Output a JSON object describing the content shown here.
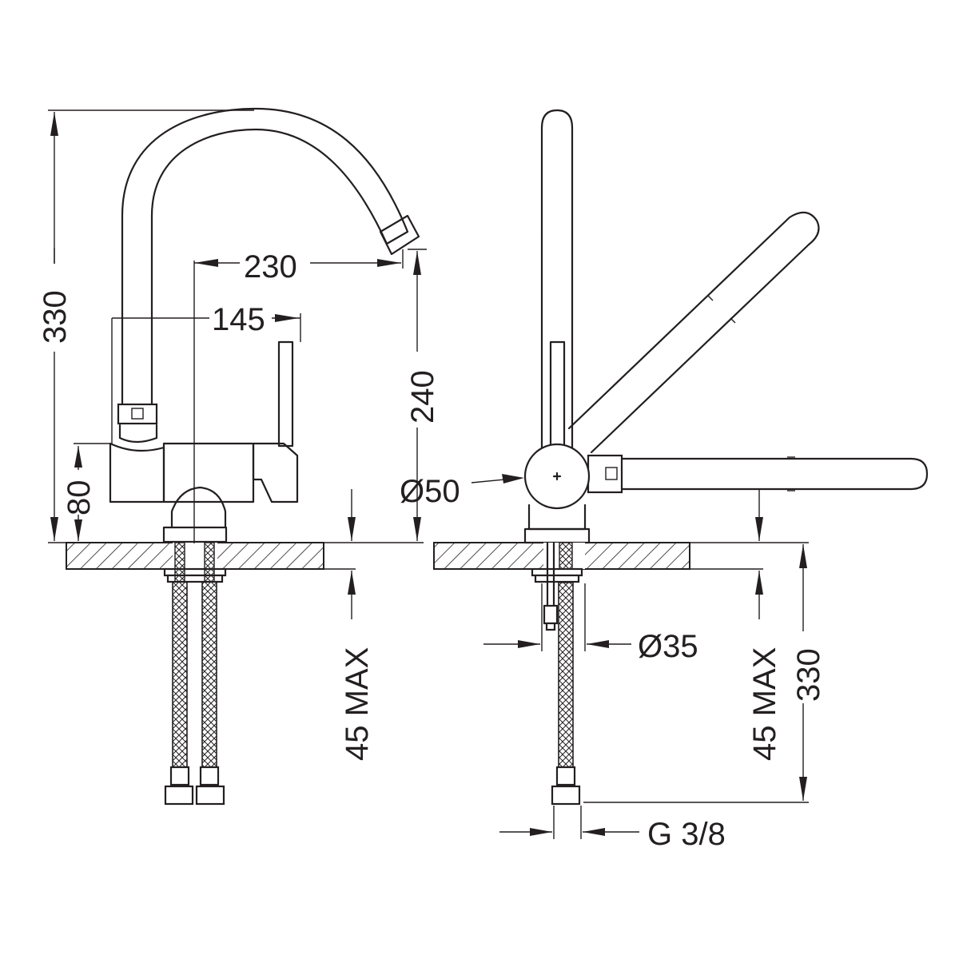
{
  "colors": {
    "line": "#231f20",
    "background": "#ffffff"
  },
  "front_view": {
    "dim_total_height": "330",
    "dim_spout_reach": "230",
    "dim_handle_reach": "145",
    "dim_spout_height": "240",
    "dim_body_height": "80",
    "dim_deck_thickness": "45 MAX"
  },
  "side_view": {
    "dim_body_diameter": "Ø50",
    "dim_hole_diameter": "Ø35",
    "dim_deck_thickness": "45 MAX",
    "dim_hose_length": "330",
    "dim_thread": "G 3/8"
  }
}
